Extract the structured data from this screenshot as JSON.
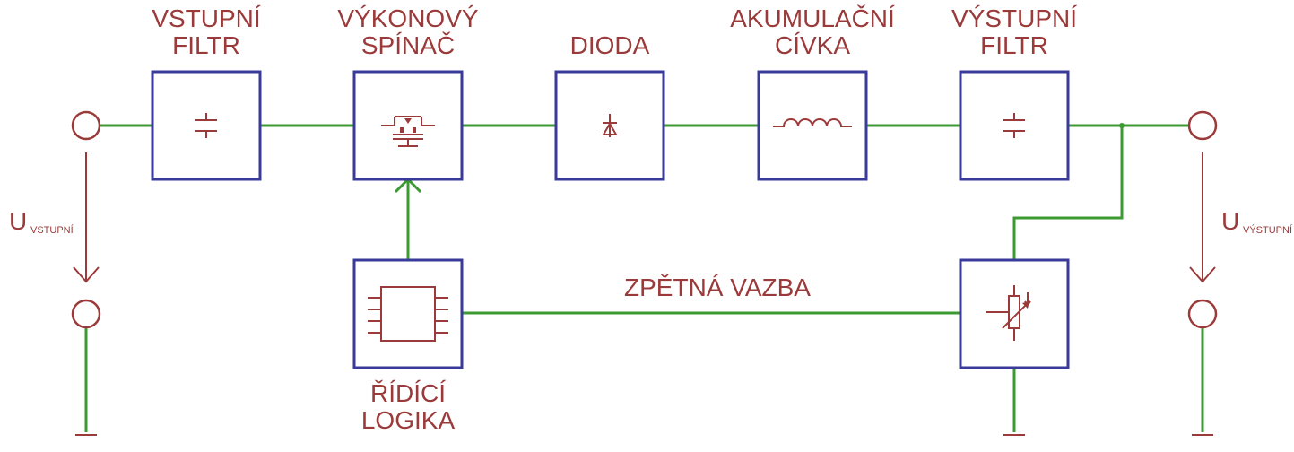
{
  "colors": {
    "wire": "#3c9a33",
    "box": "#3a3a9a",
    "text_and_symbols": "#9b3a3a",
    "background": "#ffffff"
  },
  "blocks": {
    "input_filter": {
      "line1": "VSTUPNÍ",
      "line2": "FILTR",
      "icon": "capacitor-icon"
    },
    "power_switch": {
      "line1": "VÝKONOVÝ",
      "line2": "SPÍNAČ",
      "icon": "mosfet-icon"
    },
    "diode": {
      "line1": "DIODA",
      "icon": "diode-icon"
    },
    "inductor": {
      "line1": "AKUMULAČNÍ",
      "line2": "CÍVKA",
      "icon": "inductor-icon"
    },
    "output_filter": {
      "line1": "VÝSTUPNÍ",
      "line2": "FILTR",
      "icon": "capacitor-icon"
    },
    "control_logic": {
      "line1": "ŘÍDÍCÍ",
      "line2": "LOGIKA",
      "icon": "ic-chip-icon"
    },
    "feedback_sensor": {
      "icon": "potentiometer-icon"
    }
  },
  "feedback_label": "ZPĚTNÁ VAZBA",
  "voltages": {
    "input": {
      "symbol": "U",
      "subscript": "VSTUPNÍ"
    },
    "output": {
      "symbol": "U",
      "subscript": "VÝSTUPNÍ"
    }
  }
}
